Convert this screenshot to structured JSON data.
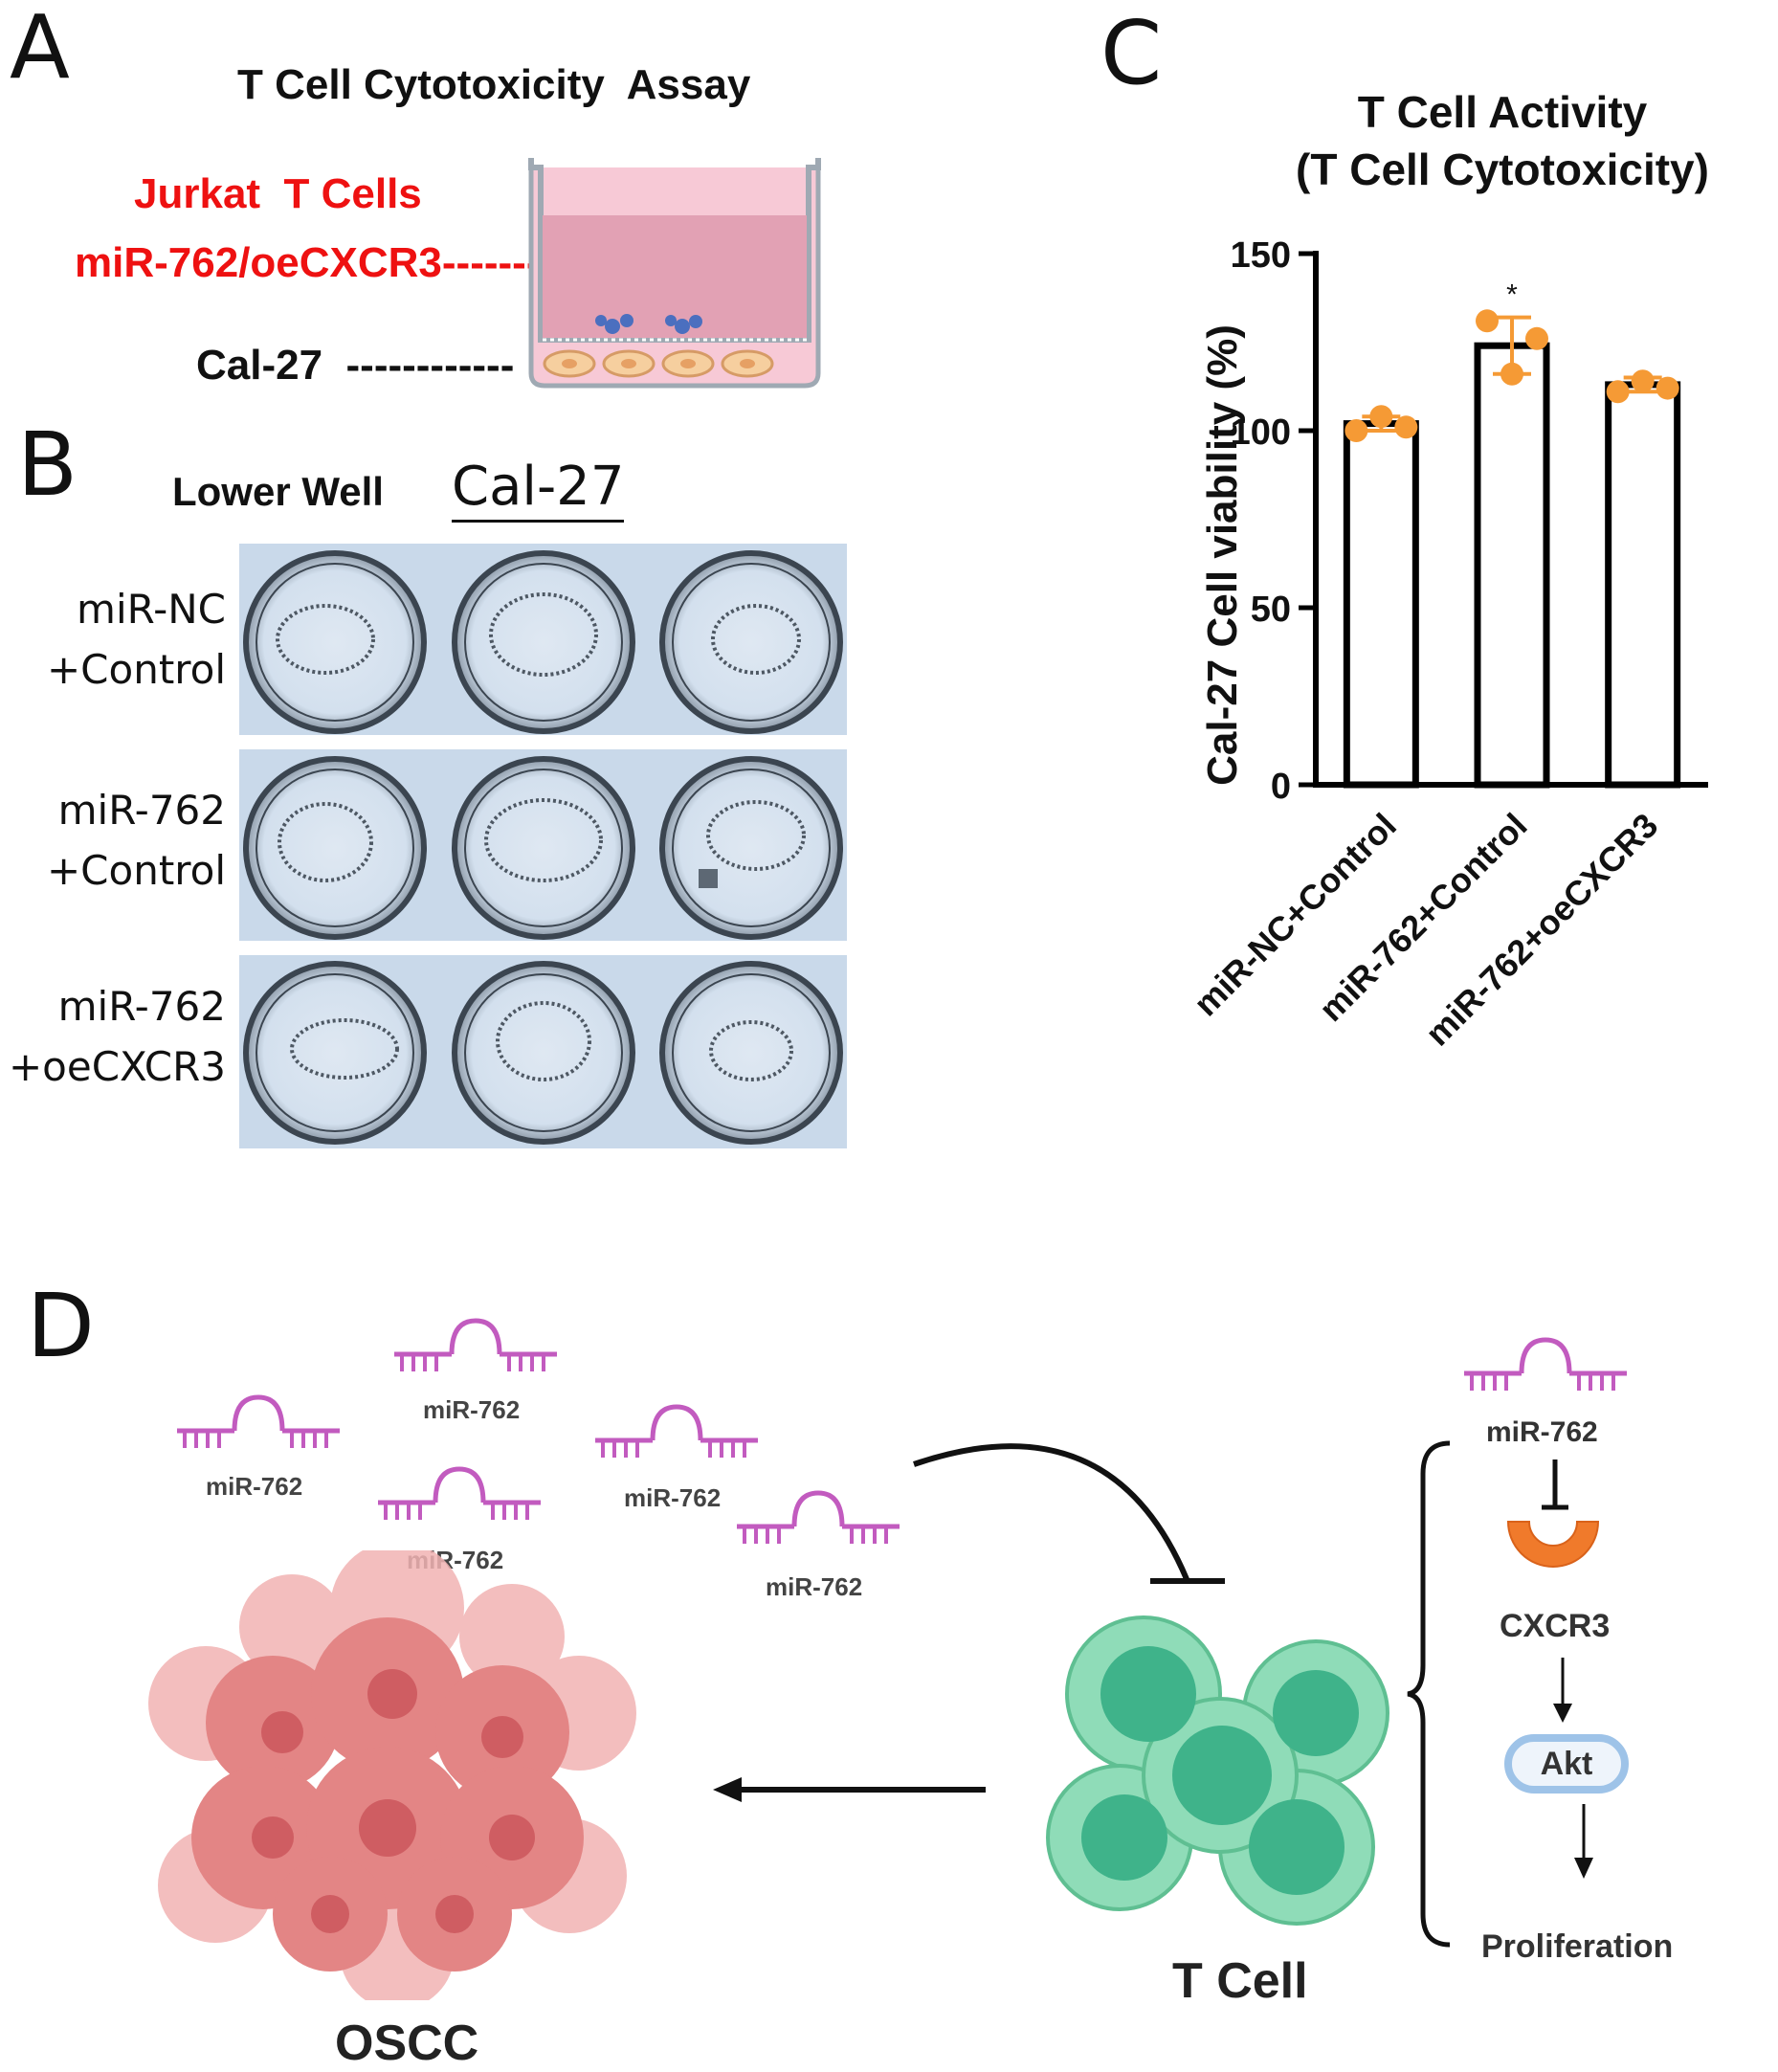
{
  "panels": {
    "a": "A",
    "b": "B",
    "c": "C",
    "d": "D"
  },
  "panel_a": {
    "title": "T Cell Cytotoxicity  Assay",
    "jurkat": "Jurkat  T Cells",
    "mir_label": "miR-762/oeCXCR3-------",
    "cal_label": "Cal-27  ------------"
  },
  "panel_b": {
    "lower_well": "Lower Well",
    "cal": "Cal-27",
    "rows": [
      {
        "line1": "miR-NC",
        "line2": "+Control"
      },
      {
        "line1": "miR-762",
        "line2": "+Control"
      },
      {
        "line1": "miR-762",
        "line2": "+oeCXCR3"
      }
    ]
  },
  "chart_data": {
    "type": "bar",
    "title": "T Cell Activity\n(T Cell Cytotoxicity)",
    "title_line1": "T Cell Activity",
    "title_line2": "(T Cell Cytotoxicity)",
    "ylabel": "Cal-27 Cell viability (%)",
    "xlabel": "",
    "ylim": [
      0,
      150
    ],
    "yticks": [
      0,
      50,
      100,
      150
    ],
    "categories": [
      "miR-NC+Control",
      "miR-762+Control",
      "miR-762+oeCXCR3"
    ],
    "values": [
      102,
      124,
      113
    ],
    "error": [
      2,
      8,
      2
    ],
    "points": [
      [
        100,
        104,
        101
      ],
      [
        131,
        116,
        126
      ],
      [
        111,
        114,
        112
      ]
    ],
    "significance": [
      "",
      "*",
      ""
    ],
    "point_color": "#f59a35",
    "bar_fill": "#ffffff",
    "bar_edge": "#000000"
  },
  "panel_d": {
    "mir": "miR-762",
    "oscc": "OSCC",
    "tcell": "T Cell",
    "cxcr3": "CXCR3",
    "akt": "Akt",
    "proliferation": "Proliferation"
  }
}
